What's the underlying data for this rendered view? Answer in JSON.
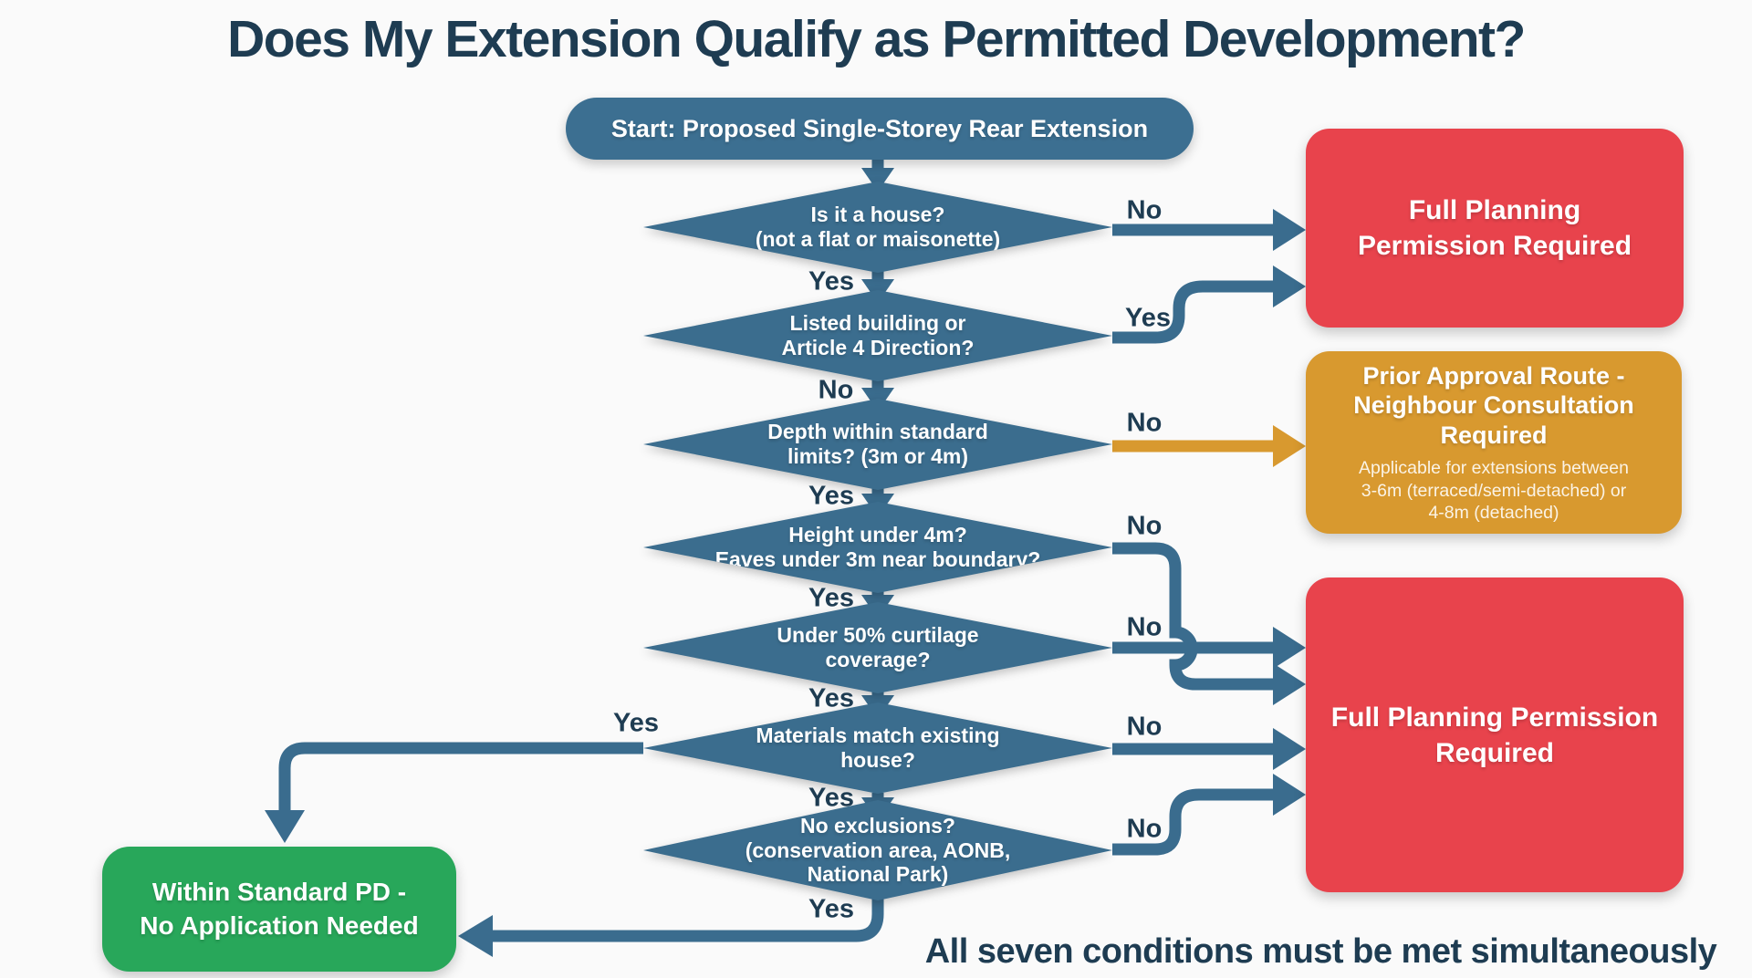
{
  "title": "Does My Extension Qualify as Permitted Development?",
  "start_label": "Start: Proposed Single-Storey Rear Extension",
  "labels": {
    "yes": "Yes",
    "no": "No"
  },
  "decisions": [
    {
      "text": "Is it a house?\n(not a flat or maisonette)"
    },
    {
      "text": "Listed building or\nArticle 4 Direction?"
    },
    {
      "text": "Depth within standard\nlimits? (3m or 4m)"
    },
    {
      "text": "Height under 4m?\nEaves under 3m near boundary?"
    },
    {
      "text": "Under 50% curtilage\ncoverage?"
    },
    {
      "text": "Materials match existing\nhouse?"
    },
    {
      "text": "No exclusions?\n(conservation area, AONB,\nNational Park)"
    }
  ],
  "outcomes": {
    "full_planning_top": "Full Planning\nPermission Required",
    "prior_approval_title": "Prior Approval Route -\nNeighbour Consultation\nRequired",
    "prior_approval_note": "Applicable for extensions between\n3-6m (terraced/semi-detached) or\n4-8m (detached)",
    "full_planning_main": "Full Planning Permission\nRequired",
    "permitted": "Within Standard PD -\nNo Application Needed"
  },
  "footer": "All seven conditions must be met simultaneously",
  "colors": {
    "node_teal": "#3b6d8e",
    "arrow_blue": "#3a6c8e",
    "alert_red": "#e8434c",
    "warning_orange": "#d8992f",
    "success_green": "#28a75a",
    "text_navy": "#1e3c52"
  }
}
